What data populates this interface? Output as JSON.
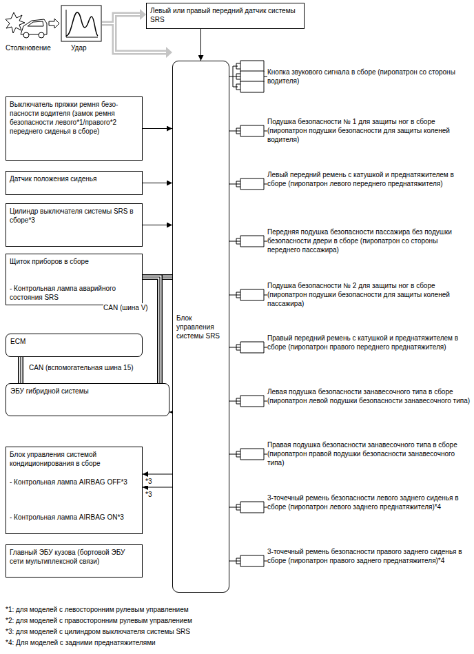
{
  "diagram": {
    "nodes": [
      {
        "text": [
          "Левый или правый передний датчик системы SRS"
        ]
      },
      {
        "text": [
          "Выключатель пряжки ремня безо- пасности водителя (замок ремня безопасности левого*1/правого*2 переднего сиденья в сборе)"
        ]
      },
      {
        "text": [
          "Датчик положения сиденья"
        ]
      },
      {
        "text": [
          "Цилиндр выключателя системы SRS в сборе*3"
        ]
      },
      {
        "text": [
          "Щиток приборов в сборе",
          "- Контрольная лампа аварийного состояния SRS"
        ]
      },
      {
        "text": [
          "ECM"
        ]
      },
      {
        "text": [
          "ЭБУ гибридной системы"
        ]
      },
      {
        "text": [
          "Блок управления системой кондиционирования в сборе",
          "- Контрольная лампа AIRBAG OFF*3",
          "- Контрольная лампа AIRBAG ON*3"
        ]
      },
      {
        "text": [
          "Главный ЭБУ кузова (бортовой ЭБУ сети мультиплексной связи)"
        ]
      },
      {
        "text": [
          "Блок управления системы SRS"
        ]
      },
      {
        "text": [
          "Кнопка звукового сигнала в сборе (пиропатрон со стороны водителя)"
        ]
      },
      {
        "text": [
          "Подушка безопасности № 1 для защиты ног в сборе (пиропатрон подушки безопасности для защиты коленей водителя)"
        ]
      },
      {
        "text": [
          "Левый передний ремень с катушкой и преднатяжителем в сборе (пиропатрон левого переднего преднатяжителя)"
        ]
      },
      {
        "text": [
          "Передняя подушка безопасности пассажира без подушки безопасности двери в сборе (пиропатрон со стороны переднего пассажира)"
        ]
      },
      {
        "text": [
          "Подушка безопасности № 2 для защиты ног в сборе (пиропатрон подушки безопасности для защиты коленей пассажира)"
        ]
      },
      {
        "text": [
          "Правый передний ремень с катушкой и преднатяжителем в сборе (пиропатрон правого переднего преднатяжителя)"
        ]
      },
      {
        "text": [
          "Левая подушка безопасности занавесочного типа в сборе (пиропатрон левой подушки безопасности занавесочного типа)"
        ]
      },
      {
        "text": [
          "Правая подушка безопасности занавесочного типа в сборе (пиропатрон правой подушки безопасности занавесочного типа)"
        ]
      },
      {
        "text": [
          "3-точечный ремень безопасности левого заднего сиденья в сборе (пиропатрон левого заднего преднатяжителя)*4"
        ]
      },
      {
        "text": [
          "3-точечный ремень безопасности правого заднего сиденья в сборе (пиропатрон правого заднего преднатяжителя)*4"
        ]
      }
    ],
    "edges": [
      {
        "from": 0,
        "to": 9,
        "arrow": "to"
      },
      {
        "from": 1,
        "to": 9,
        "arrow": "to"
      },
      {
        "from": 2,
        "to": 9,
        "arrow": "to"
      },
      {
        "from": 3,
        "to": 9,
        "arrow": "to"
      },
      {
        "from": 4,
        "to": 9,
        "arrow": "none",
        "label": "CAN (шина V)"
      },
      {
        "from": 4,
        "to": 6,
        "arrow": "none"
      },
      {
        "from": 5,
        "to": 6,
        "arrow": "none",
        "label": "CAN (вспомогательная шина 15)"
      },
      {
        "from": 9,
        "to": 6,
        "arrow": "to"
      },
      {
        "from": 9,
        "to": 7,
        "arrow": "to"
      },
      {
        "from": 9,
        "to": 7,
        "arrow": "to"
      },
      {
        "from": 9,
        "to": 10,
        "arrow": "none"
      },
      {
        "from": 9,
        "to": 11,
        "arrow": "none"
      },
      {
        "from": 9,
        "to": 12,
        "arrow": "none"
      },
      {
        "from": 9,
        "to": 13,
        "arrow": "none"
      },
      {
        "from": 9,
        "to": 14,
        "arrow": "none"
      },
      {
        "from": 9,
        "to": 15,
        "arrow": "none"
      },
      {
        "from": 9,
        "to": 16,
        "arrow": "none"
      },
      {
        "from": 9,
        "to": 17,
        "arrow": "none"
      },
      {
        "from": 9,
        "to": 18,
        "arrow": "none"
      },
      {
        "from": 9,
        "to": 19,
        "arrow": "none"
      }
    ],
    "labels": [
      "Столкновение",
      "Удар",
      "*3",
      "*3",
      "*1: для моделей с левосторонним рулевым управлением",
      "*2: для моделей с правосторонним рулевым управлением",
      "*3: для моделей с цилиндром выключателя системы SRS",
      "*4: Для моделей с задними преднатяжителями"
    ]
  }
}
